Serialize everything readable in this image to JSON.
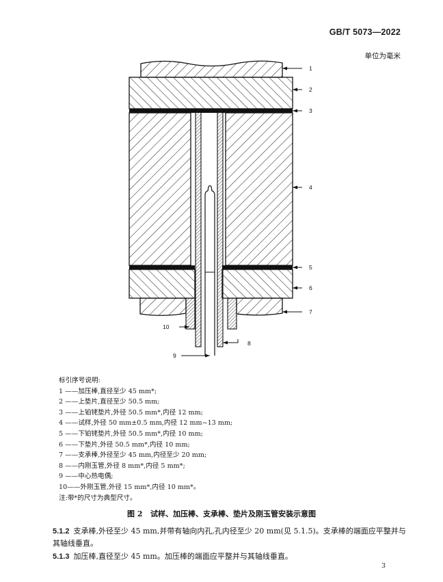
{
  "header": {
    "standard_code": "GB/T 5073—2022",
    "unit_note": "单位为毫米"
  },
  "figure": {
    "callouts": [
      "1",
      "2",
      "3",
      "4",
      "5",
      "6",
      "7",
      "8",
      "9",
      "10"
    ]
  },
  "legend": {
    "title": "标引序号说明:",
    "items": [
      "1 ——加压棒,直径至少 45 mm*;",
      "2 ——上垫片,直径至少 50.5 mm;",
      "3 ——上铂铑垫片,外径 50.5 mm*,内径 12 mm;",
      "4 ——试样,外径 50 mm±0.5 mm,内径 12 mm~13 mm;",
      "5 ——下铂铑垫片,外径 50.5 mm*,内径 10 mm;",
      "6 ——下垫片,外径 50.5 mm*,内径 10 mm;",
      "7 ——支承棒,外径至少 45 mm,内径至少 20 mm;",
      "8 ——内刚玉管,外径 8 mm*,内径 5 mm*;",
      "9 ——中心热电偶;",
      "10——外刚玉管,外径 15 mm*,内径 10 mm*。"
    ],
    "note": "注:带*的尺寸为典型尺寸。"
  },
  "caption": "图 2   试样、加压棒、支承棒、垫片及刚玉管安装示意图",
  "paragraphs": [
    {
      "clause": "5.1.2",
      "text": "支承棒,外径至少 45 mm,并带有轴向内孔,孔内径至少 20 mm(见 5.1.5)。支承棒的端面应平整并与其轴线垂直。"
    },
    {
      "clause": "5.1.3",
      "text": "加压棒,直径至少 45 mm。加压棒的端面应平整并与其轴线垂直。"
    }
  ],
  "page_number": "3"
}
